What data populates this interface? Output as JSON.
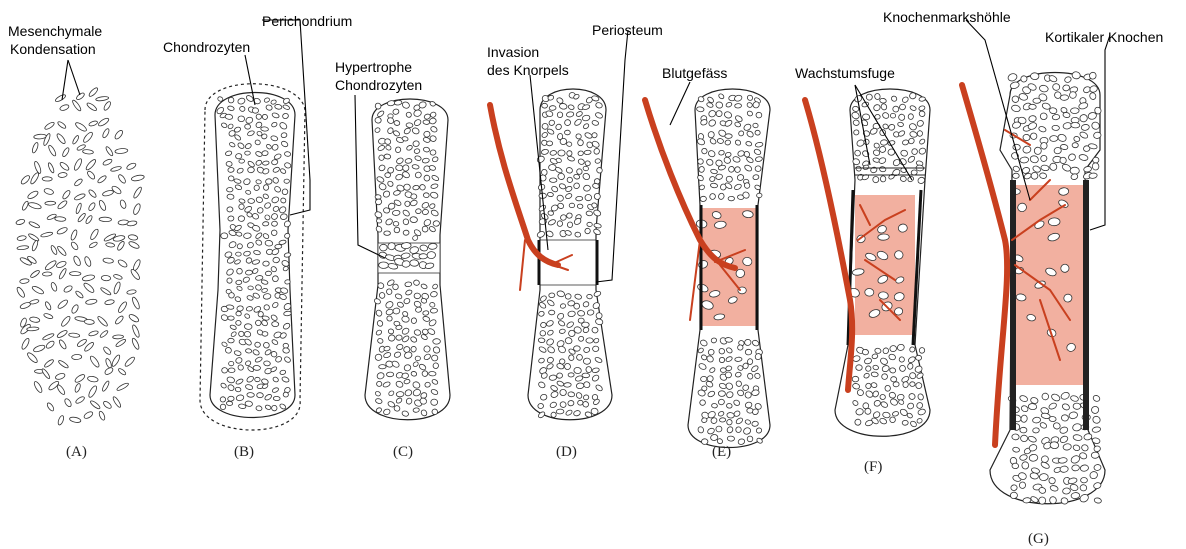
{
  "labels": {
    "mesenchymale": "Mesenchymale",
    "kondensation": "Kondensation",
    "perichondrium": "Perichondrium",
    "chondrozyten": "Chondrozyten",
    "hypertrophe": "Hypertrophe",
    "chondrozyten_h": "Chondrozyten",
    "invasion": "Invasion",
    "des_knorpels": "des Knorpels",
    "periosteum": "Periosteum",
    "blutgefaess": "Blutgefäss",
    "wachstumsfuge": "Wachstumsfuge",
    "knochenmarkshoehle": "Knochenmarkshöhle",
    "kortikaler_knochen": "Kortikaler Knochen"
  },
  "stages": [
    "(A)",
    "(B)",
    "(C)",
    "(D)",
    "(E)",
    "(F)",
    "(G)"
  ],
  "colors": {
    "vessel": "#c9401f",
    "marrow": "#f2b0a0",
    "outline": "#222222"
  }
}
